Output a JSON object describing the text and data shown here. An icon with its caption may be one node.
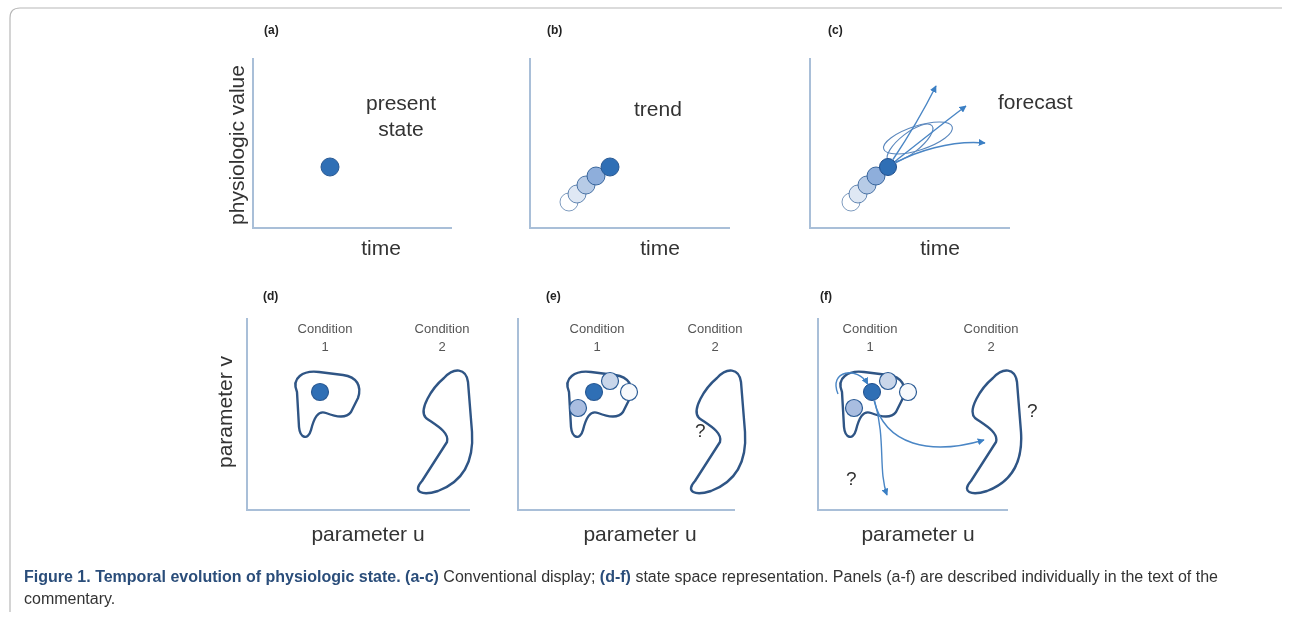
{
  "diagram": {
    "caption": "**Figure 1. Temporal evolution of physiologic state.**  **(a-c)** Conventional display; **(d-f)** state space representation. Panels (a-f) are described individually in the text of the commentary.",
    "nodes": [
      {
        "text": [
          "Condition 1"
        ]
      },
      {
        "text": [
          "Condition 2"
        ]
      },
      {
        "text": [
          "Condition 1"
        ]
      },
      {
        "text": [
          "Condition 2",
          "?"
        ]
      },
      {
        "text": [
          "Condition 1"
        ]
      },
      {
        "text": [
          "Condition 2"
        ],
        "beside": [
          "?"
        ]
      },
      {
        "text": [],
        "shape": "circle",
        "in": 4
      },
      {
        "text": [],
        "shape": "circle"
      }
    ],
    "edges": [
      {
        "from": 6,
        "to": 5,
        "arrow": "to"
      },
      {
        "from": 6,
        "to": null,
        "arrow": "to"
      },
      {
        "from": null,
        "to": 6,
        "arrow": "to"
      },
      {
        "from": 7,
        "to": null,
        "arrow": "to"
      },
      {
        "from": 7,
        "to": null,
        "arrow": "to"
      },
      {
        "from": 7,
        "to": null,
        "arrow": "to"
      }
    ],
    "labels": [
      "(a)",
      "(b)",
      "(c)",
      "physiologic value",
      "present state",
      "trend",
      "forecast",
      "time",
      "time",
      "time",
      "(d)",
      "(e)",
      "(f)",
      "parameter v",
      "?",
      "parameter u",
      "parameter u",
      "parameter u"
    ]
  }
}
